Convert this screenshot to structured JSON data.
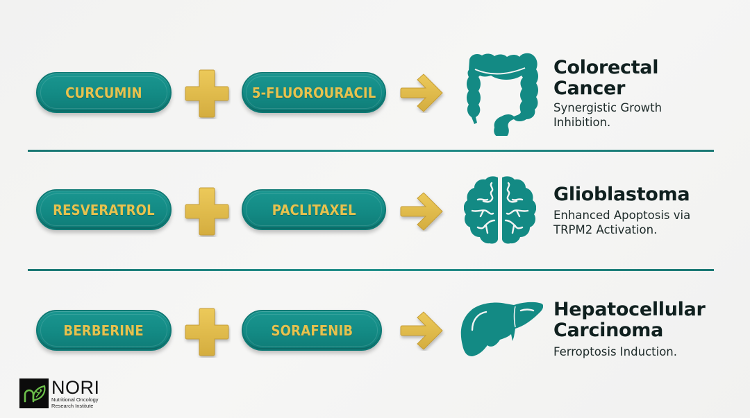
{
  "colors": {
    "teal": "#138a84",
    "gold": "#e2bc4c",
    "title_text": "#10201f",
    "background": "#f3f3f2",
    "logo_green": "#6cc04a"
  },
  "rows": [
    {
      "agent_a": "CURCUMIN",
      "agent_b": "5-FLUOROURACIL",
      "combine_icon": "plus-icon",
      "result_icon": "arrow-right-icon",
      "organ_icon": "colon-icon",
      "title_line1": "Colorectal",
      "title_line2": "Cancer",
      "effect_line1": "Synergistic Growth",
      "effect_line2": "Inhibition."
    },
    {
      "agent_a": "RESVERATROL",
      "agent_b": "PACLITAXEL",
      "combine_icon": "plus-icon",
      "result_icon": "arrow-right-icon",
      "organ_icon": "brain-icon",
      "title_line1": "Glioblastoma",
      "effect_line1": "Enhanced Apoptosis via",
      "effect_line2": "TRPM2 Activation."
    },
    {
      "agent_a": "BERBERINE",
      "agent_b": "SORAFENIB",
      "combine_icon": "plus-icon",
      "result_icon": "arrow-right-icon",
      "organ_icon": "liver-icon",
      "title_line1": "Hepatocellular",
      "title_line2": "Carcinoma",
      "effect_line1": "Ferroptosis Induction."
    }
  ],
  "logo": {
    "name": "NORI",
    "subtitle_line1": "Nutritional Oncology",
    "subtitle_line2": "Research Institute",
    "icon": "leaf-icon"
  }
}
